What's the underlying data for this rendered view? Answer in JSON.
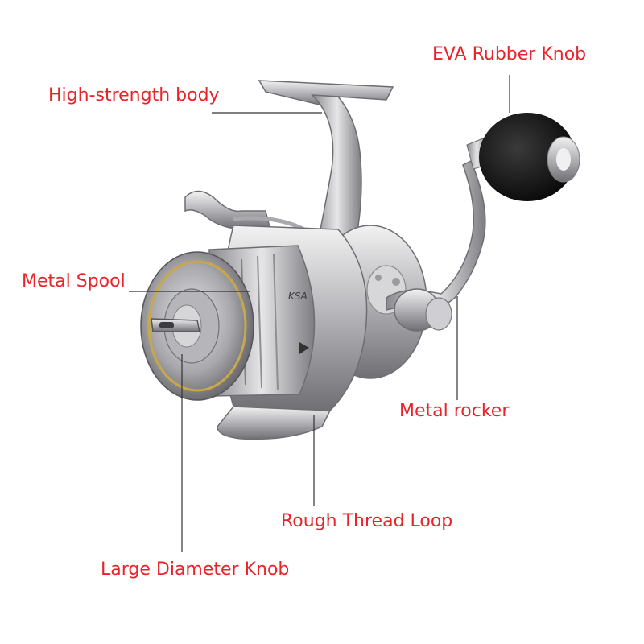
{
  "theme": {
    "label_color": "#e8232a",
    "leader_line_color": "#333333",
    "background": "#ffffff"
  },
  "callouts": {
    "eva_knob": "EVA Rubber Knob",
    "body": "High-strength body",
    "spool": "Metal Spool",
    "rocker": "Metal rocker",
    "thread_loop": "Rough Thread Loop",
    "diameter_knob": "Large Diameter Knob"
  },
  "product": {
    "spool_engraving": "KSA"
  }
}
